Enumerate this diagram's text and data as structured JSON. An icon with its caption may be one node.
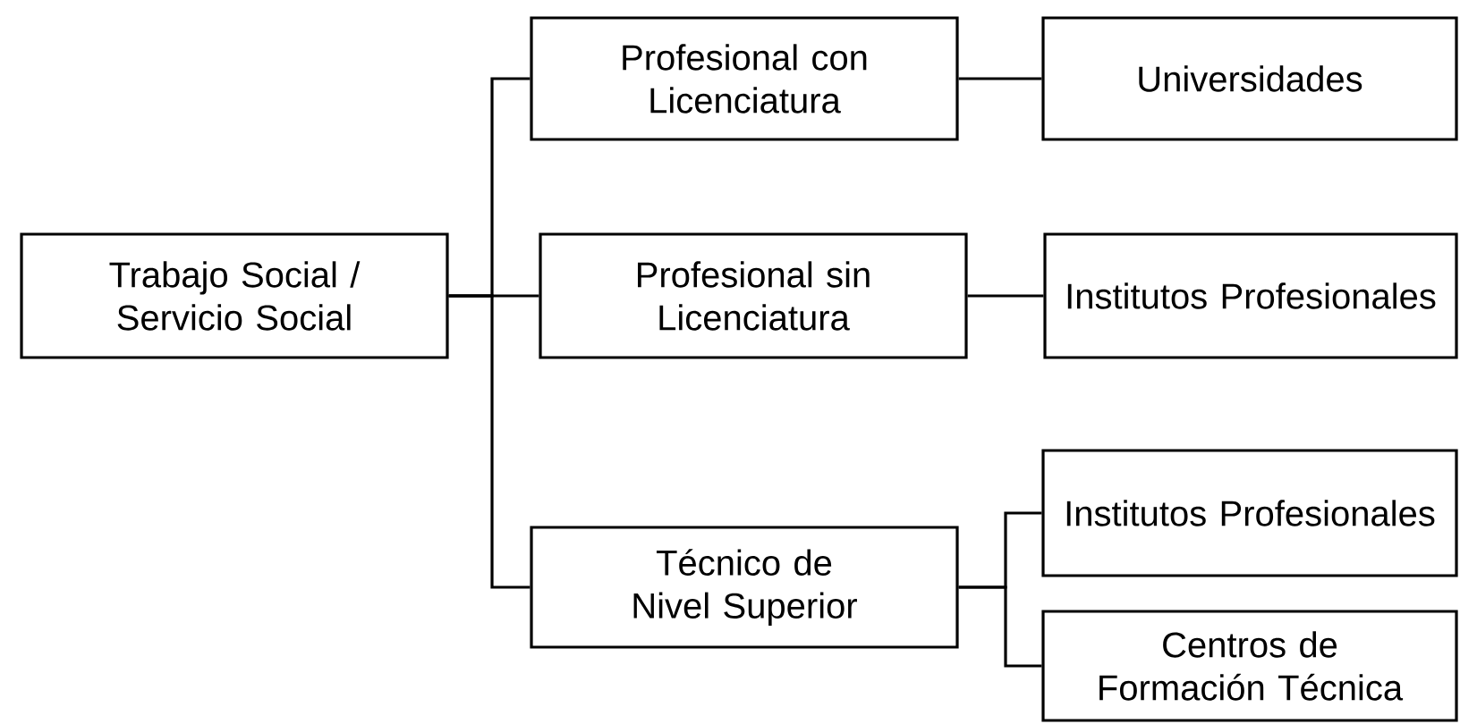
{
  "diagram": {
    "nodes": [
      {
        "text": [
          "Trabajo Social / Servicio Social"
        ]
      },
      {
        "text": [
          "Profesional con Licenciatura"
        ]
      },
      {
        "text": [
          "Profesional sin Licenciatura"
        ]
      },
      {
        "text": [
          "Técnico de Nivel Superior"
        ]
      },
      {
        "text": [
          "Universidades"
        ]
      },
      {
        "text": [
          "Institutos Profesionales"
        ]
      },
      {
        "text": [
          "Institutos Profesionales"
        ]
      },
      {
        "text": [
          "Centros de Formación Técnica"
        ]
      }
    ],
    "edges": [
      {
        "from": 0,
        "to": 1,
        "arrow": "none"
      },
      {
        "from": 0,
        "to": 2,
        "arrow": "none"
      },
      {
        "from": 0,
        "to": 3,
        "arrow": "none"
      },
      {
        "from": 1,
        "to": 4,
        "arrow": "none"
      },
      {
        "from": 2,
        "to": 5,
        "arrow": "none"
      },
      {
        "from": 3,
        "to": 6,
        "arrow": "none"
      },
      {
        "from": 3,
        "to": 7,
        "arrow": "none"
      }
    ]
  }
}
